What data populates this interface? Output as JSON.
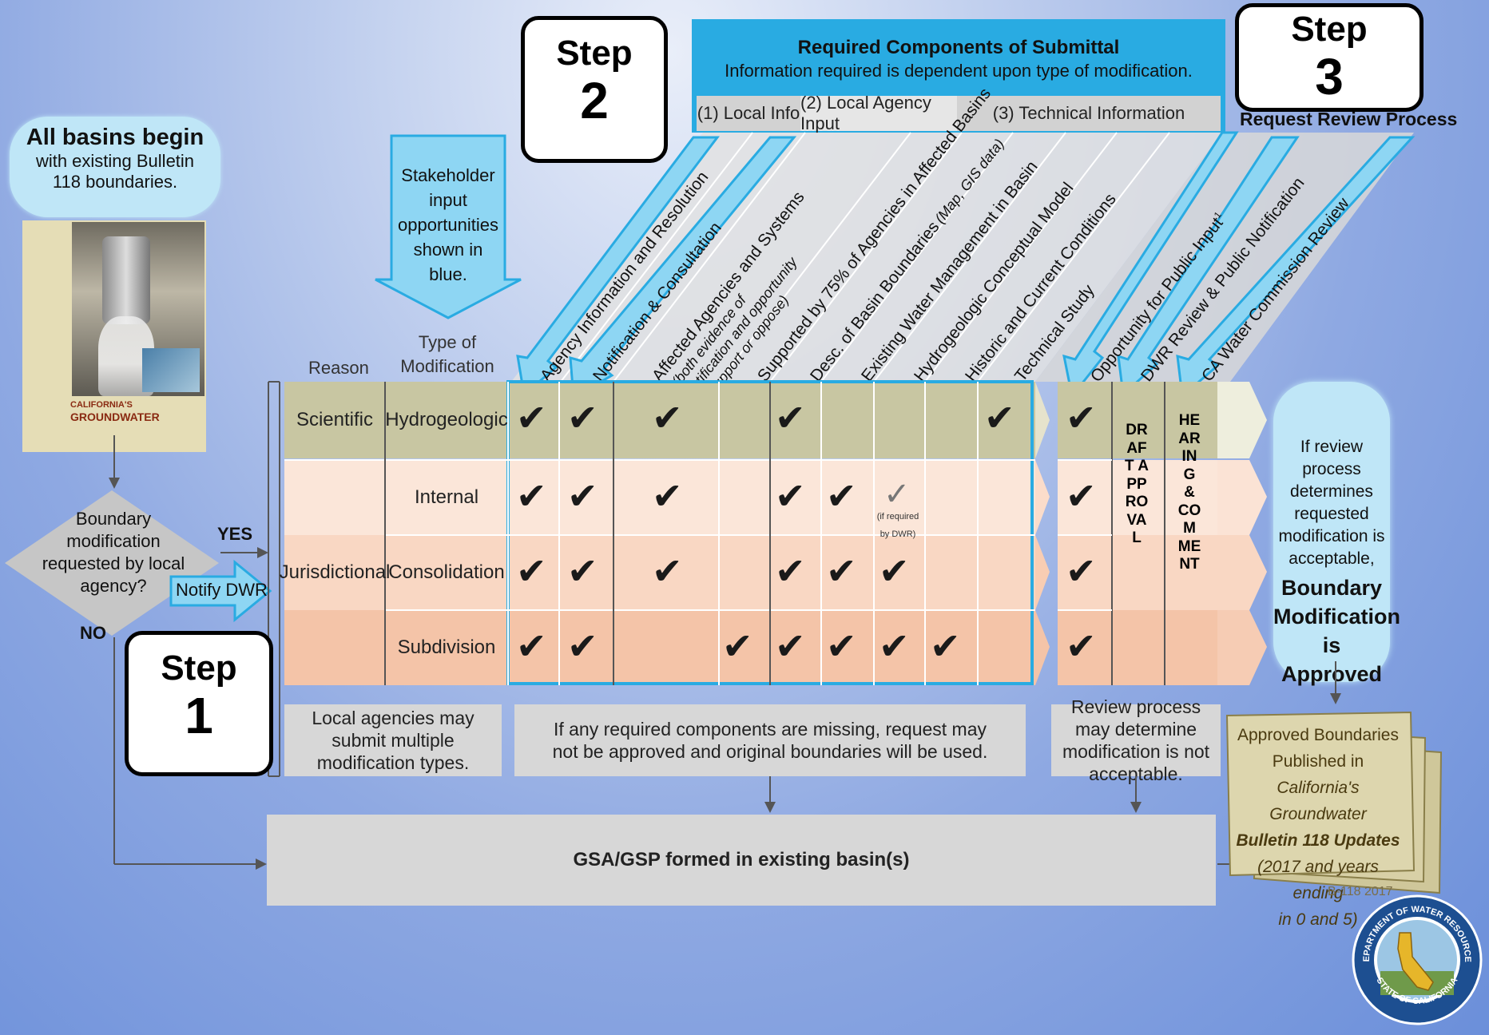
{
  "start": {
    "title": "All basins begin",
    "text": "with existing Bulletin 118 boundaries."
  },
  "book": {
    "text1": "CALIFORNIA'S",
    "text2": "GROUNDWATER"
  },
  "decision": {
    "text": "Boundary modification requested by local agency?",
    "yes": "YES",
    "no": "NO",
    "notify": "Notify DWR"
  },
  "steps": {
    "word": "Step",
    "one": "1",
    "two": "2",
    "three": "3"
  },
  "stakeholder": "Stakeholder input opportunities shown in blue.",
  "required": {
    "title": "Required Components of Submittal",
    "subtitle": "Information required is dependent upon type of modification.",
    "cat1": "(1) Local Info",
    "cat2": "(2) Local Agency Input",
    "cat3": "(3) Technical Information"
  },
  "request_review": "Request Review Process",
  "col_headers": {
    "reason": "Reason",
    "type": "Type of Modification"
  },
  "columns": [
    {
      "label": "Agency Information and Resolution",
      "sub": ""
    },
    {
      "label": "Notification & Consultation",
      "sub": ""
    },
    {
      "label": "Affected Agencies and Systems",
      "sub": "(both evidence of notification and opportunity to support or oppose)"
    },
    {
      "label": "Supported by 75% of Agencies in Affected Basins",
      "sub": ""
    },
    {
      "label": "Desc. of Basin Boundaries",
      "sub": "(Map, GIS data)"
    },
    {
      "label": "Existing Water Management in Basin",
      "sub": ""
    },
    {
      "label": "Hydrogeologic Conceptual Model",
      "sub": ""
    },
    {
      "label": "Historic and Current Conditions",
      "sub": ""
    },
    {
      "label": "Technical Study",
      "sub": ""
    },
    {
      "label": "Opportunity for Public Input",
      "sub": "1"
    },
    {
      "label": "DWR Review & Public Notification",
      "sub": ""
    },
    {
      "label": "CA Water Commission Review",
      "sub": ""
    }
  ],
  "rows": [
    {
      "reason": "Scientific",
      "type": "Hydrogeologic"
    },
    {
      "reason": "Jurisdictional",
      "type": "Internal"
    },
    {
      "reason": "",
      "type": "Consolidation"
    },
    {
      "reason": "",
      "type": "Subdivision"
    }
  ],
  "checkmark": "✔",
  "if_required": "(if required by DWR)",
  "draft_approval": "DRAFT APPROVAL",
  "hearing_comment": "HEARING & COMMENT",
  "approved_bubble": {
    "text": "If review process determines requested modification is acceptable,",
    "bold": "Boundary Modification is Approved"
  },
  "notes": {
    "multiple": "Local agencies may submit multiple modification types.",
    "missing": "If any required components are missing, request may not be approved and original boundaries will be used.",
    "not_acceptable": "Review process may determine modification is not acceptable."
  },
  "gsa": "GSA/GSP formed in existing basin(s)",
  "published": {
    "l1": "Approved Boundaries",
    "l2": "Published in",
    "l3": "California's Groundwater",
    "l4": "Bulletin 118 Updates",
    "l5": "(2017 and years ending",
    "l6": "in 0 and 5)",
    "tag": "B-118 2017"
  },
  "seal": {
    "top": "DEPARTMENT OF WATER RESOURCES",
    "bottom": "STATE OF CALIFORNIA"
  },
  "colors": {
    "blue": "#29abe2",
    "light_blue": "#8ed6f3",
    "olive": "#c8c6a2",
    "peach": "#f4c4a8",
    "gray": "#d7d7d7"
  }
}
